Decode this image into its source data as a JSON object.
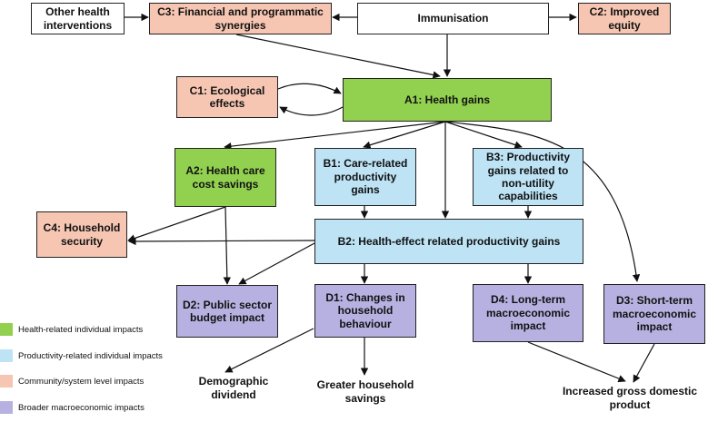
{
  "nodes": {
    "other": "Other health interventions",
    "c3": "C3: Financial and programmatic synergies",
    "immunisation": "Immunisation",
    "c2": "C2: Improved equity",
    "c1": "C1: Ecological effects",
    "a1": "A1: Health gains",
    "a2": "A2: Health care cost savings",
    "b1": "B1: Care-related productivity gains",
    "b3": "B3: Productivity gains related to non-utility capabilities",
    "c4": "C4: Household security",
    "b2": "B2: Health-effect related productivity gains",
    "d2": "D2: Public sector budget impact",
    "d1": "D1: Changes in household behaviour",
    "d4": "D4: Long-term macroeconomic impact",
    "d3": "D3: Short-term macroeconomic impact"
  },
  "outcomes": {
    "demographic": "Demographic dividend",
    "savings": "Greater household savings",
    "gdp": "Increased gross domestic product"
  },
  "legend": [
    {
      "label": "Health-related individual impacts",
      "color": "#92d050"
    },
    {
      "label": "Productivity-related individual impacts",
      "color": "#bde3f5"
    },
    {
      "label": "Community/system level impacts",
      "color": "#f6c6b3"
    },
    {
      "label": "Broader macroeconomic impacts",
      "color": "#b7b1e1"
    }
  ]
}
